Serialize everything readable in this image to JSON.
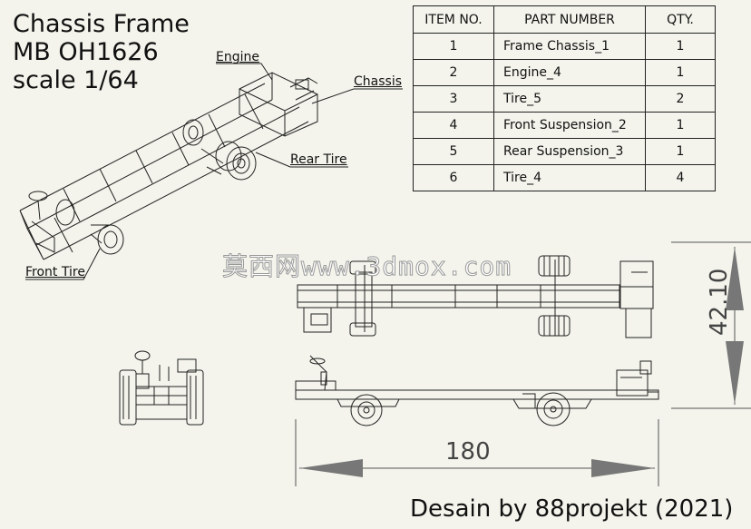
{
  "title": {
    "line1": "Chassis Frame",
    "line2": "MB OH1626",
    "line3": "scale 1/64"
  },
  "bom": {
    "headers": [
      "ITEM NO.",
      "PART NUMBER",
      "QTY."
    ],
    "rows": [
      {
        "item": "1",
        "part": "Frame Chassis_1",
        "qty": "1"
      },
      {
        "item": "2",
        "part": "Engine_4",
        "qty": "1"
      },
      {
        "item": "3",
        "part": "Tire_5",
        "qty": "2"
      },
      {
        "item": "4",
        "part": "Front Suspension_2",
        "qty": "1"
      },
      {
        "item": "5",
        "part": "Rear Suspension_3",
        "qty": "1"
      },
      {
        "item": "6",
        "part": "Tire_4",
        "qty": "4"
      }
    ]
  },
  "callouts": {
    "engine": "Engine",
    "chassis": "Chassis",
    "rear_tire": "Rear Tire",
    "front_tire": "Front Tire"
  },
  "dimensions": {
    "length": "180",
    "height": "42.10"
  },
  "watermark": "莫西网www.3dmox.com",
  "credit": "Desain by 88projekt (2021)"
}
